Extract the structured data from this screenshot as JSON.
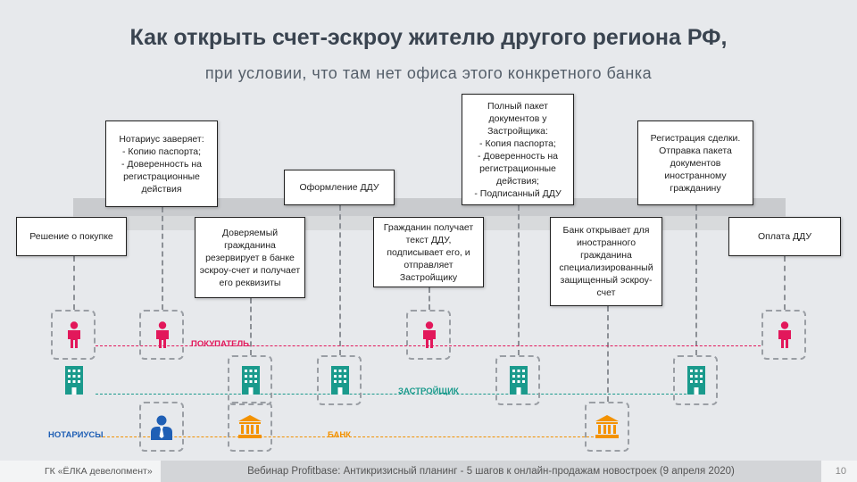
{
  "title": "Как открыть счет-эскроу жителю другого региона РФ,",
  "subtitle": "при условии, что там нет офиса этого конкретного банка",
  "steps_top": [
    {
      "text": "Нотариус заверяет:\n- Копию паспорта;\n- Доверенность на регистрационные действия"
    },
    {
      "text": "Оформление ДДУ"
    },
    {
      "text": "Полный пакет документов у Застройщика:\n- Копия паспорта;\n- Доверенность на регистрационные действия;\n- Подписанный ДДУ"
    },
    {
      "text": "Регистрация сделки. Отправка пакета документов иностранному гражданину"
    }
  ],
  "steps_bottom": [
    {
      "text": "Решение о покупке"
    },
    {
      "text": "Доверяемый гражданина резервирует в банке эскроу-счет и получает его реквизиты"
    },
    {
      "text": "Гражданин получает текст ДДУ, подписывает его, и отправляет Застройщику"
    },
    {
      "text": "Банк открывает для иностранного гражданина специализированный защищенный эскроу-счет"
    },
    {
      "text": "Оплата ДДУ"
    }
  ],
  "lanes": {
    "buyer": "ПОКУПАТЕЛЬ",
    "developer": "ЗАСТРОЙЩИК",
    "notary": "НОТАРИУСЫ",
    "bank": "БАНК"
  },
  "colors": {
    "buyer": "#e2185b",
    "developer": "#1a9a8c",
    "notary": "#1f5fb5",
    "bank": "#f39200"
  },
  "icons": {
    "person": "person-icon",
    "building": "building-icon",
    "notary": "notary-icon",
    "bank": "bank-icon"
  },
  "footer": {
    "company": "ГК «ЁЛКА девелопмент»",
    "webinar": "Вебинар Profitbase: Антикризисный планинг - 5 шагов к онлайн-продажам новостроек (9 апреля 2020)",
    "page": "10"
  }
}
